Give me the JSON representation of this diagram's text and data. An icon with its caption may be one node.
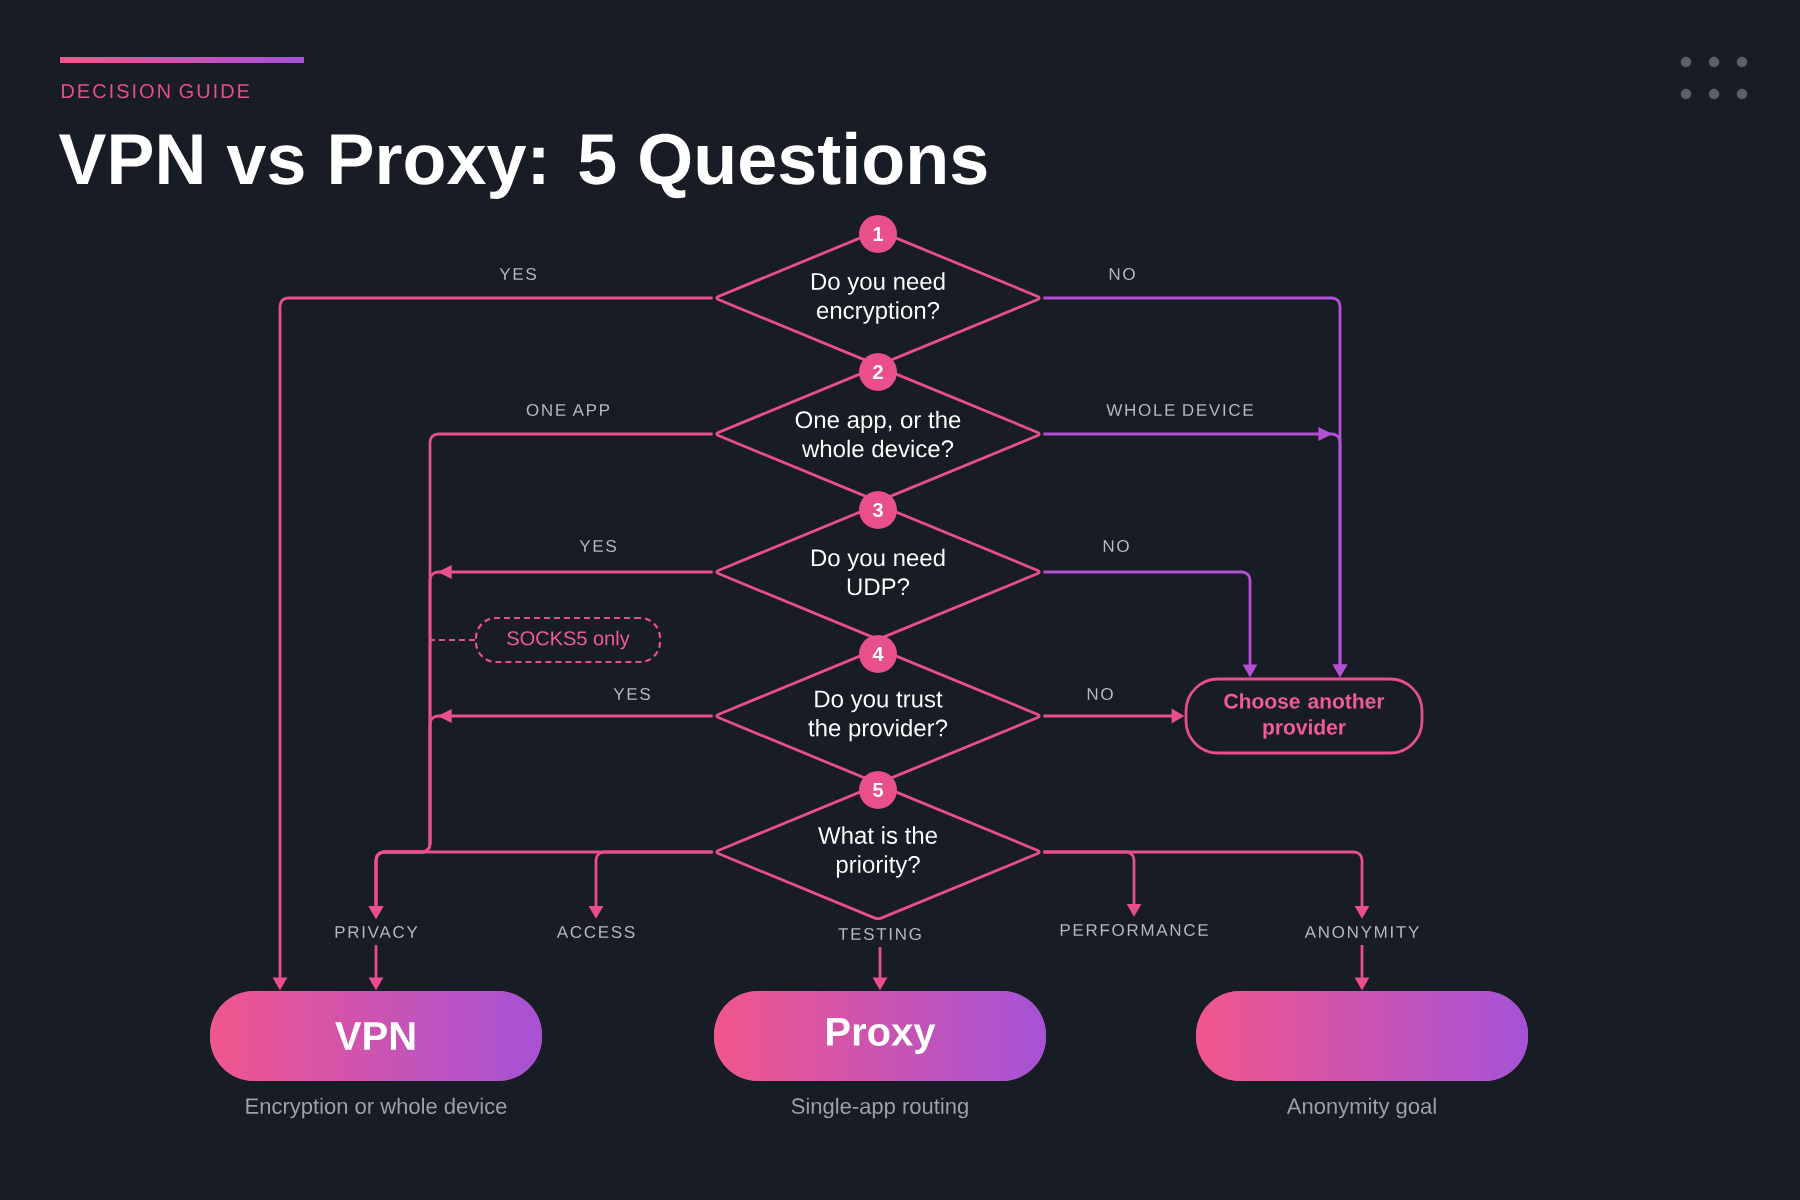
{
  "diagram": {
    "title": "VPN vs Proxy: 5 Questions",
    "nodes": [
      {
        "text": [
          "1",
          "Do you need encryption?"
        ]
      },
      {
        "text": [
          "2",
          "One app, or the whole device?"
        ]
      },
      {
        "text": [
          "3",
          "Do you need UDP?"
        ]
      },
      {
        "text": [
          "4",
          "Do you trust the provider?"
        ]
      },
      {
        "text": [
          "5",
          "What is the priority?"
        ]
      },
      {
        "text": [
          "Choose another provider"
        ]
      },
      {
        "text": [
          "SOCKS5 only"
        ]
      },
      {
        "text": [
          "PRIVACY"
        ]
      },
      {
        "text": [
          "ACCESS"
        ]
      },
      {
        "text": [
          "TESTING"
        ]
      },
      {
        "text": [
          "PERFORMANCE"
        ]
      },
      {
        "text": [
          "ANONYMITY"
        ]
      },
      {
        "text": [
          "VPN"
        ],
        "beside": [
          "Encryption or whole device"
        ]
      },
      {
        "text": [
          "Proxy"
        ],
        "beside": [
          "Single-app routing"
        ]
      },
      {
        "text": [],
        "shape": "box",
        "beside": [
          "Anonymity goal"
        ]
      }
    ],
    "edges": [
      {
        "from": 0,
        "to": 12,
        "arrow": "to",
        "label": "YES"
      },
      {
        "from": 0,
        "to": 5,
        "arrow": "to",
        "label": "NO",
        "color": "#b350d5"
      },
      {
        "from": 1,
        "to": 7,
        "arrow": "to",
        "label": "ONE APP"
      },
      {
        "from": 1,
        "to": 5,
        "arrow": "to",
        "label": "WHOLE DEVICE",
        "color": "#b350d5"
      },
      {
        "from": 2,
        "to": 7,
        "arrow": "to",
        "label": "YES"
      },
      {
        "from": 2,
        "to": 5,
        "arrow": "to",
        "label": "NO",
        "color": "#b350d5"
      },
      {
        "from": 3,
        "to": 7,
        "arrow": "to",
        "label": "YES"
      },
      {
        "from": 3,
        "to": 5,
        "arrow": "to",
        "label": "NO"
      },
      {
        "from": 6,
        "to": null,
        "arrow": "none",
        "style": "dashed"
      },
      {
        "from": 4,
        "to": 7,
        "arrow": "to"
      },
      {
        "from": 4,
        "to": 8,
        "arrow": "to"
      },
      {
        "from": 4,
        "to": 10,
        "arrow": "to"
      },
      {
        "from": 4,
        "to": 11,
        "arrow": "to"
      },
      {
        "from": 7,
        "to": 12,
        "arrow": "to"
      },
      {
        "from": 9,
        "to": 13,
        "arrow": "to"
      },
      {
        "from": 11,
        "to": 14,
        "arrow": "to"
      }
    ],
    "labels": [
      "DECISION GUIDE"
    ]
  }
}
